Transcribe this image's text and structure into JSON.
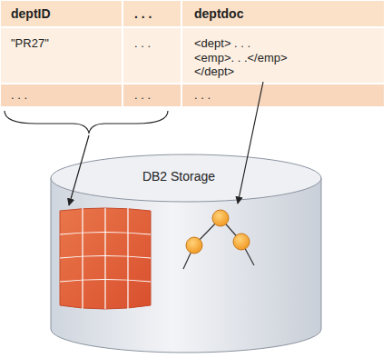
{
  "diagram": {
    "nodes": [
      {
        "text": [
          "DB2 Storage"
        ]
      }
    ],
    "labels": [
      "deptID",
      ". . .",
      "deptdoc",
      "\"PR27\"",
      ". . .",
      "<dept> . . . <emp>. . .</emp> </dept>",
      ". . .",
      ". . .",
      ". . ."
    ]
  }
}
